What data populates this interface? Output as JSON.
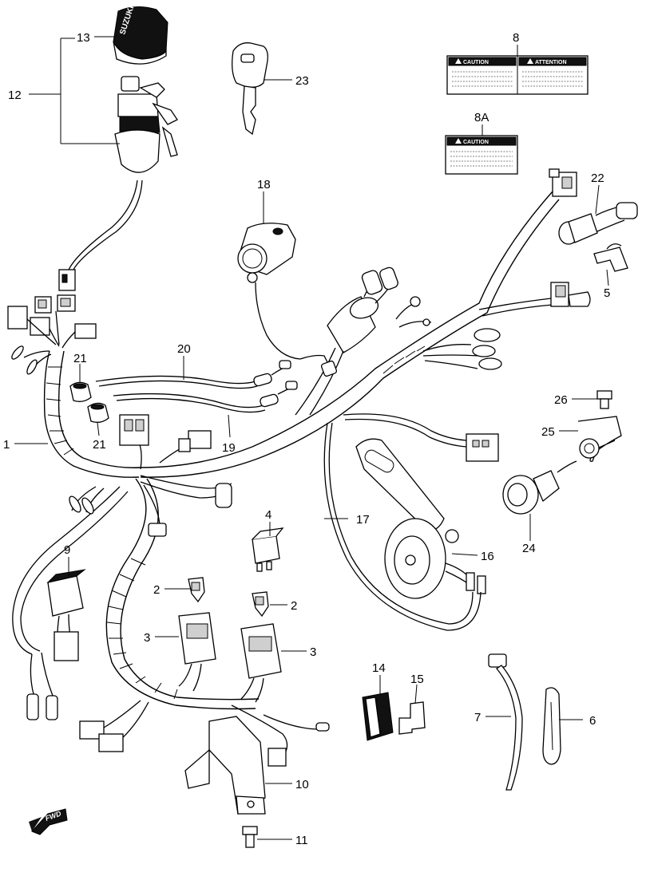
{
  "callouts": {
    "c1": "1",
    "c2a": "2",
    "c2b": "2",
    "c3a": "3",
    "c3b": "3",
    "c4": "4",
    "c5": "5",
    "c6": "6",
    "c7": "7",
    "c8": "8",
    "c8a": "8A",
    "c9": "9",
    "c10": "10",
    "c11": "11",
    "c12": "12",
    "c13": "13",
    "c14": "14",
    "c15": "15",
    "c16": "16",
    "c17": "17",
    "c18": "18",
    "c19": "19",
    "c20": "20",
    "c21a": "21",
    "c21b": "21",
    "c22": "22",
    "c23": "23",
    "c24": "24",
    "c25": "25",
    "c26": "26"
  },
  "labels": {
    "caution": "CAUTION",
    "attention": "ATTENTION",
    "caution_single": "CAUTION"
  },
  "ignition_cap_brand": "SUZUKI",
  "fwd_arrow": "FWD",
  "icons": [
    "fwd-arrow-icon",
    "warning-triangle-icon"
  ]
}
